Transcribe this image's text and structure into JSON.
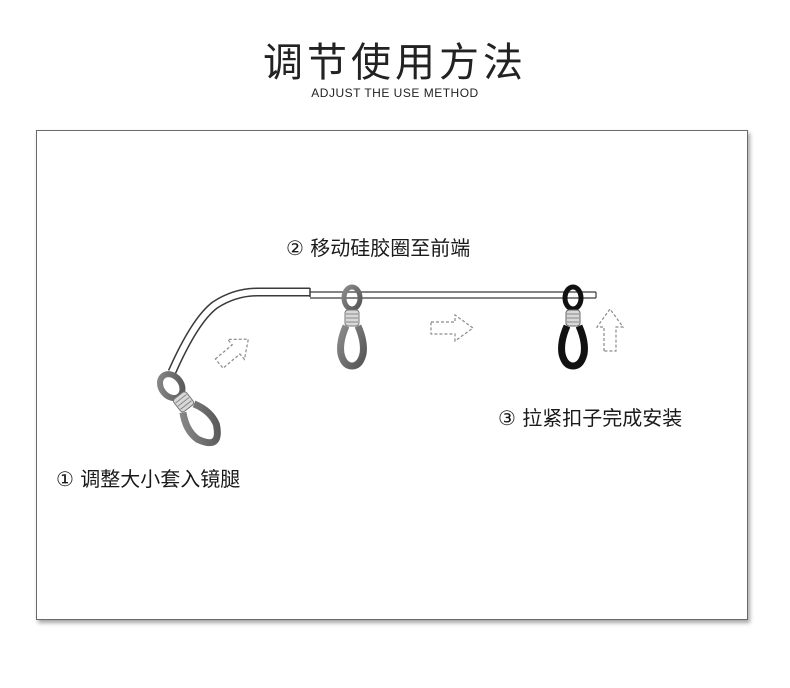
{
  "header": {
    "title": "调节使用方法",
    "subtitle": "ADJUST THE USE METHOD"
  },
  "steps": [
    {
      "label": "① 调整大小套入镜腿"
    },
    {
      "label": "② 移动硅胶圈至前端"
    },
    {
      "label": "③ 拉紧扣子完成安装"
    }
  ],
  "colors": {
    "line": "#3a3a3a",
    "loop_gray": "#707070",
    "loop_black": "#111111",
    "arrow": "#8a8a8a"
  }
}
